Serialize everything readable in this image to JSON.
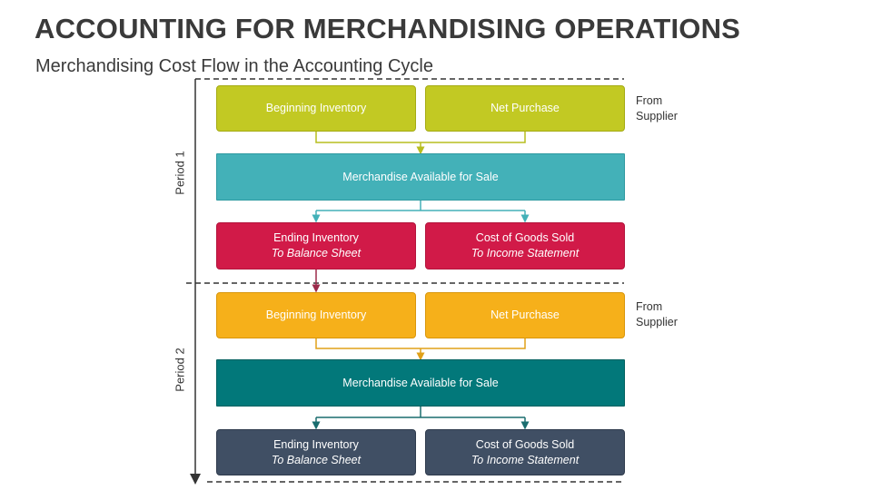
{
  "title": "ACCOUNTING FOR MERCHANDISING OPERATIONS",
  "subtitle": "Merchandising Cost Flow in the Accounting Cycle",
  "colors": {
    "period1_top": "#c2c923",
    "period1_mid": "#43b1b8",
    "period1_bottom": "#d11a48",
    "period2_top": "#f6b01a",
    "period2_mid": "#02787a",
    "period2_bottom": "#404f64"
  },
  "period1": {
    "label": "Period 1",
    "beginning_inventory": "Beginning Inventory",
    "net_purchase": "Net Purchase",
    "from_supplier_line1": "From",
    "from_supplier_line2": "Supplier",
    "merchandise_available": "Merchandise Available for Sale",
    "ending_inventory": "Ending Inventory",
    "ending_inventory_sub": "To Balance Sheet",
    "cogs": "Cost of Goods Sold",
    "cogs_sub": "To Income Statement"
  },
  "period2": {
    "label": "Period 2",
    "beginning_inventory": "Beginning Inventory",
    "net_purchase": "Net Purchase",
    "from_supplier_line1": "From",
    "from_supplier_line2": "Supplier",
    "merchandise_available": "Merchandise Available for Sale",
    "ending_inventory": "Ending Inventory",
    "ending_inventory_sub": "To Balance Sheet",
    "cogs": "Cost of Goods Sold",
    "cogs_sub": "To Income Statement"
  }
}
